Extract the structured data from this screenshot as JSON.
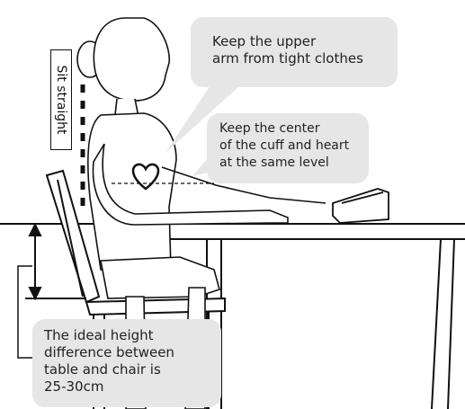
{
  "posture_label": "Sit straight",
  "callouts": {
    "arm_lines": [
      "Keep the upper",
      "arm from tight clothes"
    ],
    "cuff_lines": [
      "Keep the center",
      "of the cuff and heart",
      "at the same level"
    ],
    "height_lines": [
      "The ideal height",
      "difference between",
      "table and chair is",
      "25-30cm"
    ]
  },
  "colors": {
    "bubble": "#e6e6e6",
    "line": "#111111",
    "heart": "#ffffff"
  }
}
